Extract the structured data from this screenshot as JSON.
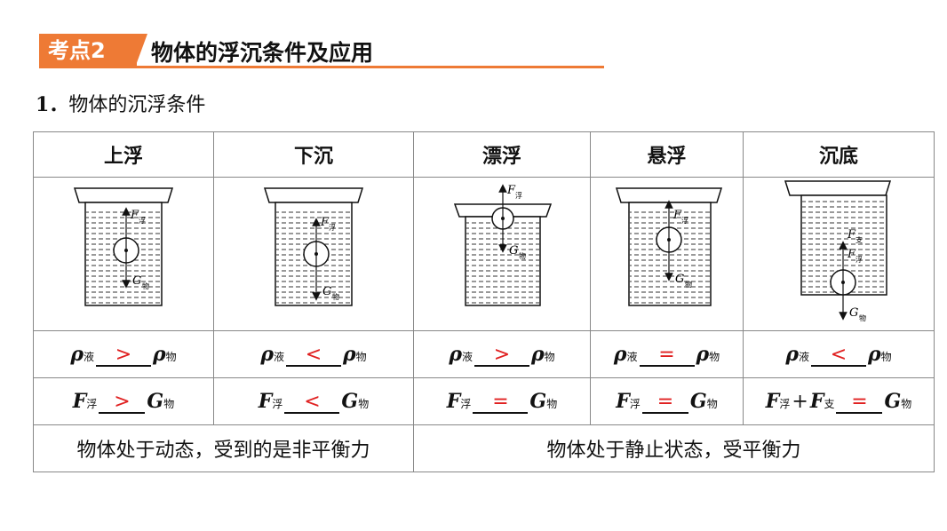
{
  "header": {
    "badge": "考点2",
    "title": "物体的浮沉条件及应用"
  },
  "section": {
    "number": "1．",
    "title": "物体的沉浮条件"
  },
  "columns": [
    "上浮",
    "下沉",
    "漂浮",
    "悬浮",
    "沉底"
  ],
  "labels": {
    "F": "F",
    "G": "G",
    "rho": "ρ",
    "sub_fu": "浮",
    "sub_wu": "物",
    "sub_ye": "液",
    "sub_zhi": "支",
    "plus": "+"
  },
  "density_relations": [
    ">",
    "<",
    ">",
    "=",
    "<"
  ],
  "force_relations": [
    ">",
    "<",
    "=",
    "=",
    "="
  ],
  "states": {
    "unbalanced": "物体处于动态，受到的是非平衡力",
    "balanced": "物体处于静止状态，受平衡力"
  }
}
